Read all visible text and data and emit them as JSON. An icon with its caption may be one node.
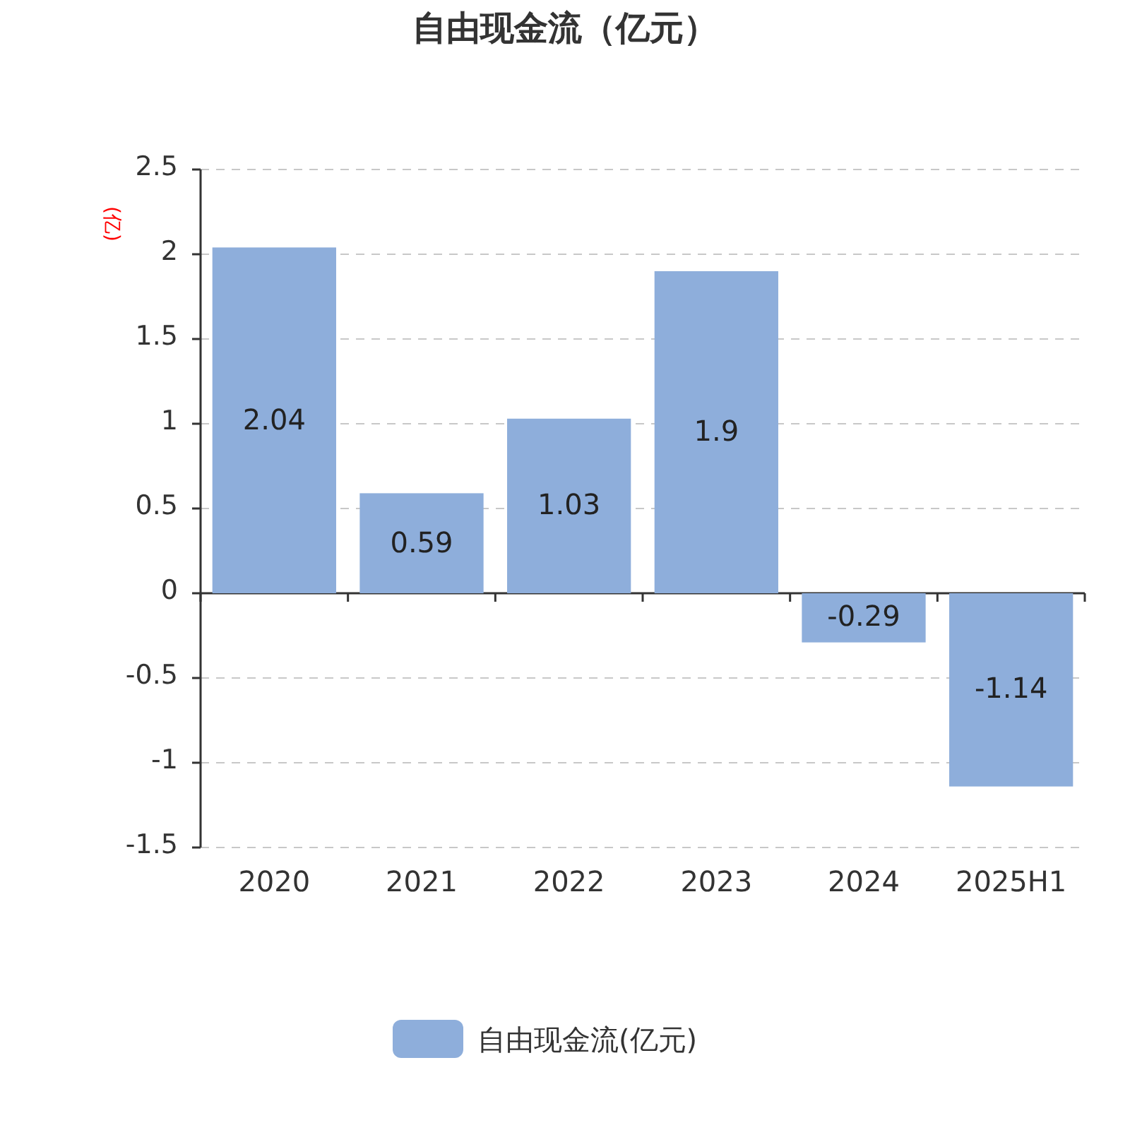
{
  "diagram": {
    "title": "自由现金流（亿元）",
    "chart_data": {
      "type": "bar",
      "ylabel": "(亿)",
      "categories": [
        "2020",
        "2021",
        "2022",
        "2023",
        "2024",
        "2025H1"
      ],
      "series": [
        {
          "color": "#8eaedb",
          "values": [
            2.04,
            0.59,
            1.03,
            1.9,
            -0.29,
            -1.14
          ]
        }
      ],
      "ylim": [
        -1.5,
        2.5
      ],
      "yticks": [
        -1.5,
        -1,
        -0.5,
        0,
        0.5,
        1,
        1.5,
        2,
        2.5
      ],
      "data_labels": true,
      "grid": true
    },
    "legend": [
      {
        "text": "自由现金流(亿元)",
        "color": "#8eaedb"
      }
    ]
  }
}
